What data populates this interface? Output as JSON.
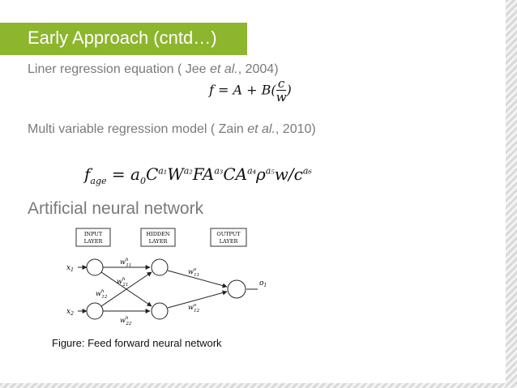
{
  "slide": {
    "title": "Early Approach (cntd…)",
    "line1_text": "Liner regression equation ( Jee ",
    "line1_italic": "et al.",
    "line1_tail": ", 2004)",
    "line2_text": "Multi variable regression model ( Zain ",
    "line2_italic": "et al.",
    "line2_tail": ", 2010)",
    "line3": "Artificial neural network",
    "caption": "Figure: Feed forward neural network"
  },
  "eq1": {
    "lhs": "f",
    "mid": " = A + B(",
    "num": "c",
    "den": "w",
    "end": ")"
  },
  "eq2": {
    "f": "f",
    "f_sub": "age",
    "eqsign": " = ",
    "a0": "a",
    "a0_sub": "0",
    "C": "C",
    "C_sup": "a₁",
    "W": "W",
    "W_sup": "a₂",
    "FA": "FA",
    "FA_sup": "a₃",
    "CA": "CA",
    "CA_sup": "a₄",
    "rho": "ρ",
    "rho_sup": "a₅",
    "w": "w/c",
    "w_sup": "a₆"
  },
  "diagram": {
    "input_label_1": "INPUT",
    "input_label_2": "LAYER",
    "hidden_label_1": "HIDDEN",
    "hidden_label_2": "LAYER",
    "output_label_1": "OUTPUT",
    "output_label_2": "LAYER",
    "x1": "x",
    "x1_sub": "1",
    "x2": "x",
    "x2_sub": "2",
    "o1": "o",
    "o1_sub": "1",
    "w11h": "w",
    "w11h_sup": "h",
    "w11h_sub": "11",
    "w21h": "w",
    "w21h_sup": "h",
    "w21h_sub": "21",
    "w12h": "w",
    "w12h_sup": "h",
    "w12h_sub": "12",
    "w22h": "w",
    "w22h_sup": "h",
    "w22h_sub": "22",
    "w11o": "w",
    "w11o_sup": "o",
    "w11o_sub": "11",
    "w12o": "w",
    "w12o_sup": "o",
    "w12o_sub": "12"
  },
  "colors": {
    "title_bar": "#8db52e",
    "body_text": "#7a7a7a"
  }
}
